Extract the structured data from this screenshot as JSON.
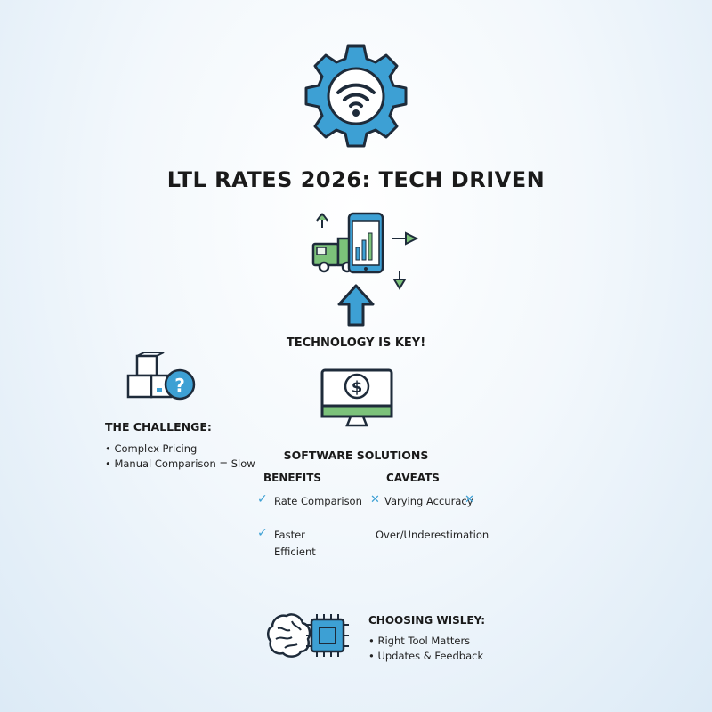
{
  "title": "LTL RATES 2026: TECH DRIVEN",
  "tech_key": "TECHNOLOGY IS KEY!",
  "challenge": {
    "heading": "THE CHALLENGE:",
    "items": [
      "Complex Pricing",
      "Manual Comparison = Slow"
    ]
  },
  "software": {
    "heading": "SOFTWARE SOLUTIONS",
    "benefits_heading": "BENEFITS",
    "caveats_heading": "CAVEATS",
    "benefits": [
      "Rate Comparison",
      "Faster",
      "Efficient"
    ],
    "caveats": [
      "Varying Accuracy",
      "Over/Underestimation"
    ]
  },
  "choosing": {
    "heading": "CHOOSING WISLEY:",
    "items": [
      "Right Tool Matters",
      "Updates & Feedback"
    ]
  },
  "colors": {
    "blue": "#3da0d4",
    "dark": "#1e2b3a",
    "green": "#7cc27a"
  }
}
